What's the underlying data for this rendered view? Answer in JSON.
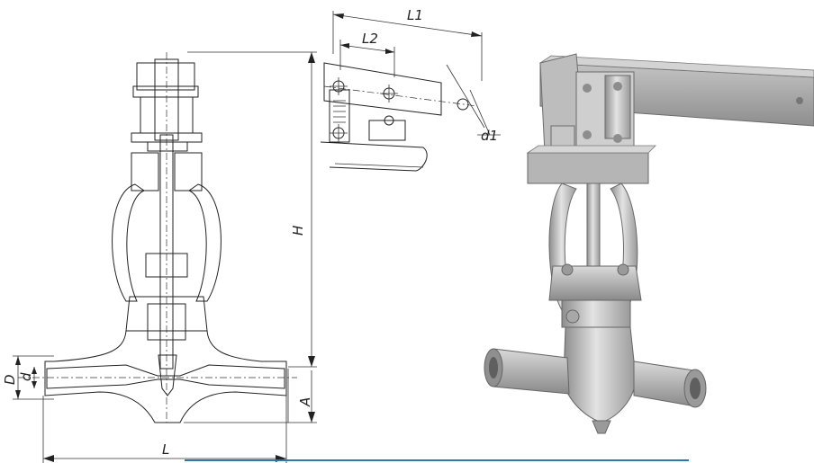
{
  "drawing": {
    "labels": {
      "L": "L",
      "H": "H",
      "A": "A",
      "D": "D",
      "d": "d",
      "L1": "L1",
      "L2": "L2",
      "d1": "d1"
    }
  },
  "colors": {
    "line": "#222222",
    "model_light": "#d8d8d8",
    "model_mid": "#a9a9a9",
    "model_dark": "#7a7a7a",
    "accent_rule": "#2a7ab0"
  }
}
